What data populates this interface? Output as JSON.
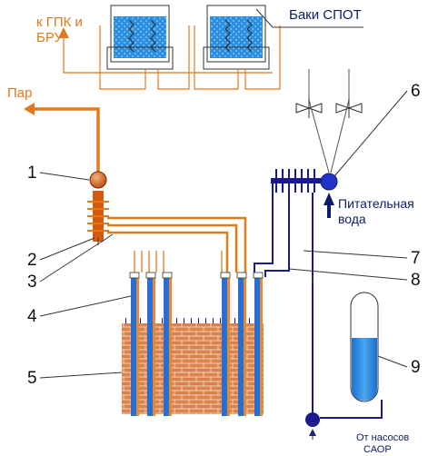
{
  "labels": {
    "to_gpk_bru": "к ГПК и БРУ",
    "steam": "Пар",
    "spot_tanks": "Баки СПОТ",
    "feedwater_line1": "Питательная",
    "feedwater_line2": "вода",
    "from_pumps_line1": "От насосов",
    "from_pumps_line2": "САОР"
  },
  "callouts": [
    "1",
    "2",
    "3",
    "4",
    "5",
    "6",
    "7",
    "8",
    "9"
  ],
  "colors": {
    "steam_line": "#e07a1a",
    "water_line": "#1a1a8c",
    "tank_water": "#2a8fe0",
    "brick": "#d9824e",
    "brick_mortar": "#f2d1b3",
    "pump": "#2233cc",
    "separator": "#d45a10",
    "text_dark": "#0b1c6a"
  },
  "icons": [
    "valve-icon",
    "pump-icon",
    "drum-separator-icon",
    "arrow-up-icon",
    "arrow-left-icon"
  ]
}
